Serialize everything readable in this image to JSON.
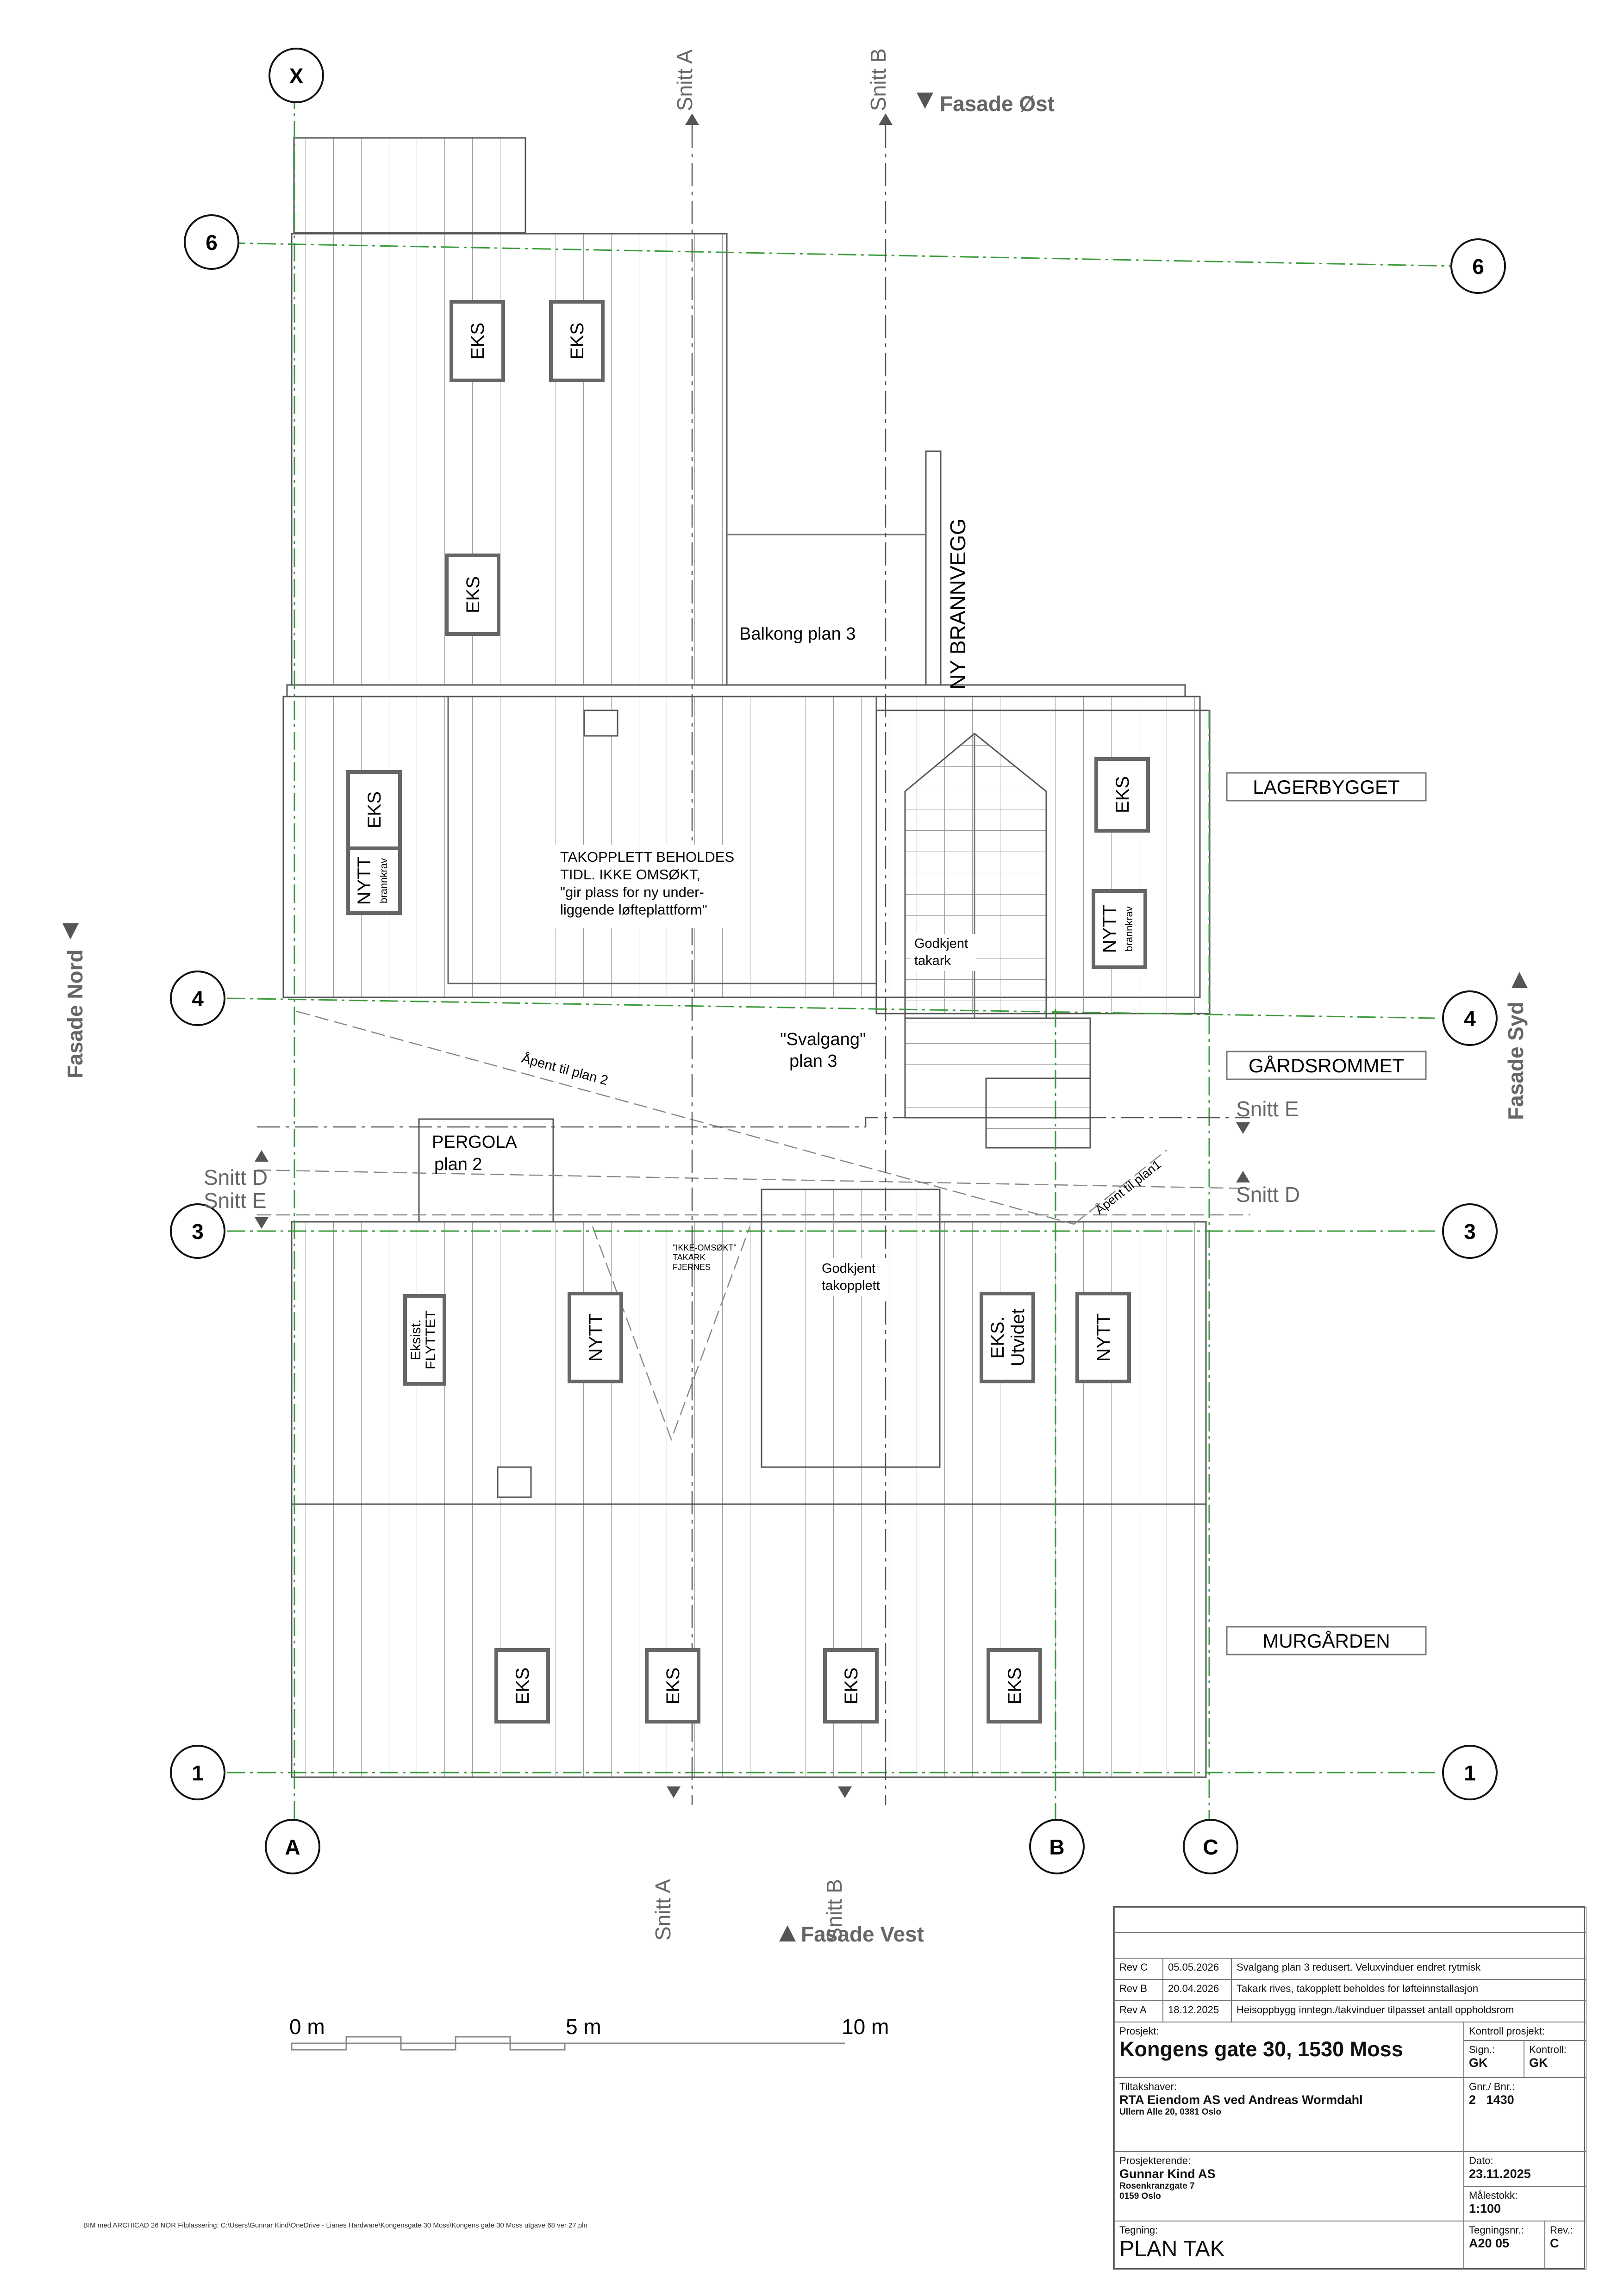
{
  "drawing": {
    "grid_letters": [
      "X",
      "A",
      "B",
      "C"
    ],
    "grid_numbers": [
      "6",
      "4",
      "3",
      "1"
    ],
    "section_labels": {
      "snitt_a": "Snitt A",
      "snitt_b": "Snitt B",
      "snitt_d": "Snitt D",
      "snitt_e": "Snitt E"
    },
    "facades": {
      "east": "Fasade Øst",
      "north": "Fasade Nord",
      "south": "Fasade Syd",
      "west": "Fasade Vest"
    },
    "window_labels": {
      "eks": "EKS",
      "nytt": "NYTT",
      "brannkrav": "brannkrav",
      "eksist": "Eksist.",
      "flyttet": "FLYTTET",
      "eks_short": "EKS.",
      "utvidet": "Utvidet"
    },
    "annotations": {
      "ny_brannvegg": "NY BRANNVEGG",
      "balkong": "Balkong plan 3",
      "takopplett_1": "TAKOPPLETT BEHOLDES",
      "takopplett_2": "TIDL. IKKE OMSØKT,",
      "takopplett_3": "\"gir plass for ny under-",
      "takopplett_4": "liggende løfteplattform\"",
      "godkjent_takark_1": "Godkjent",
      "godkjent_takark_2": "takark",
      "svalgang_1": "\"Svalgang\"",
      "svalgang_2": "plan 3",
      "apent_plan2": "Åpent til plan 2",
      "apent_plan1": "Åpent til plan1",
      "pergola_1": "PERGOLA",
      "pergola_2": "plan 2",
      "ikke_omsokt_1": "\"IKKE-OMSØKT\"",
      "ikke_omsokt_2": "TAKARK",
      "ikke_omsokt_3": "FJERNES",
      "godkjent_takopplett_1": "Godkjent",
      "godkjent_takopplett_2": "takopplett"
    },
    "buildings": {
      "lagerbygget": "LAGERBYGGET",
      "gardsrommet": "GÅRDSROMMET",
      "murgarden": "MURGÅRDEN"
    },
    "scale_bar": {
      "zero": "0 m",
      "five": "5 m",
      "ten": "10 m"
    }
  },
  "revisions": [
    {
      "rev": "Rev C",
      "date": "05.05.2026",
      "text": "Svalgang plan 3 redusert. Veluxvinduer endret rytmisk"
    },
    {
      "rev": "Rev B",
      "date": "20.04.2026",
      "text": "Takark rives, takopplett beholdes for løfteinnstallasjon"
    },
    {
      "rev": "Rev A",
      "date": "18.12.2025",
      "text": "Heisoppbygg inntegn./takvinduer tilpasset antall oppholdsrom"
    }
  ],
  "title_block": {
    "prosjekt_label": "Prosjekt:",
    "prosjekt": "Kongens gate 30, 1530 Moss",
    "kontroll_label": "Kontroll prosjekt:",
    "sign_label": "Sign.:",
    "sign": "GK",
    "kontroll_short_label": "Kontroll:",
    "kontroll": "GK",
    "tiltakshaver_label": "Tiltakshaver:",
    "tiltakshaver": "RTA Eiendom AS ved Andreas Wormdahl",
    "tiltakshaver_address": "Ullern Alle 20, 0381 Oslo",
    "gnr_label": "Gnr./ Bnr.:",
    "gnr": "2",
    "bnr": "1430",
    "prosjekterende_label": "Prosjekterende:",
    "prosjekterende": "Gunnar Kind AS",
    "prosjekterende_street": "Rosenkranzgate 7",
    "prosjekterende_city": "0159 Oslo",
    "dato_label": "Dato:",
    "dato": "23.11.2025",
    "malestokk_label": "Målestokk:",
    "malestokk": "1:100",
    "tegning_label": "Tegning:",
    "tegning": "PLAN TAK",
    "tegningsnr_label": "Tegningsnr.:",
    "tegningsnr": "A20 05",
    "rev_label": "Rev.:",
    "rev": "C"
  },
  "footer": "BIM med ARCHICAD 26 NOR Filplassering: C:\\Users\\Gunnar Kind\\OneDrive - Lianes Hardware\\Kongensgate 30 Moss\\Kongens gate 30 Moss utgave 68 ver 27.pln"
}
